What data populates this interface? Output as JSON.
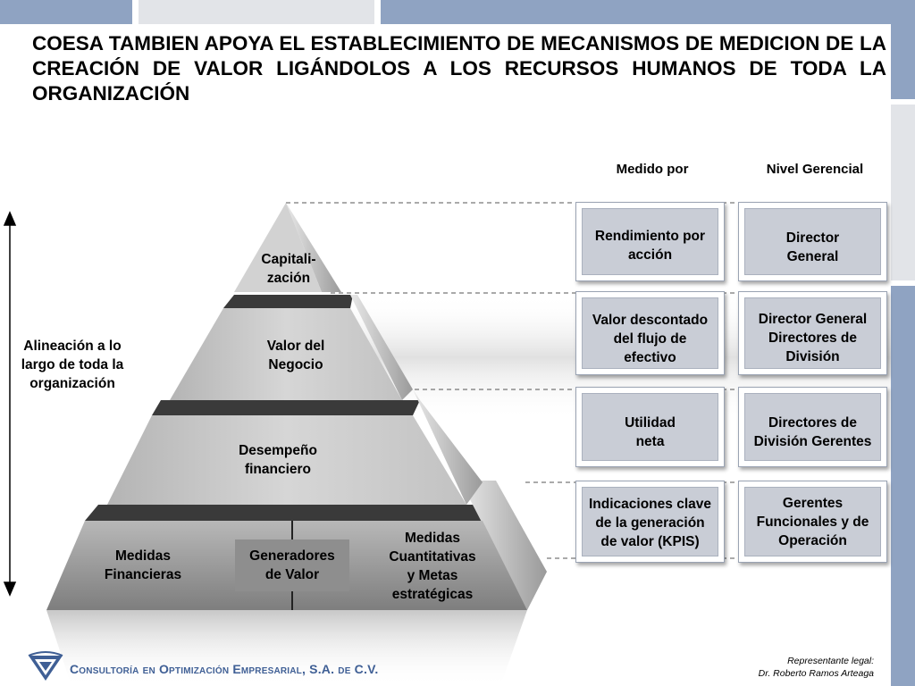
{
  "title": "COESA TAMBIEN APOYA EL ESTABLECIMIENTO DE MECANISMOS DE MEDICION DE LA CREACIÓN DE VALOR LIGÁNDOLOS  A LOS RECURSOS HUMANOS DE TODA LA ORGANIZACIÓN",
  "columns": {
    "measured_by": "Medido por",
    "management_level": "Nivel Gerencial"
  },
  "side_label": "Alineación a lo largo de toda la organización",
  "pyramid": {
    "tiers": [
      {
        "label": "Capitali-\nzación"
      },
      {
        "label": "Valor del\nNegocio"
      },
      {
        "label": "Desempeño\nfinanciero"
      }
    ],
    "base": {
      "left": "Medidas\nFinancieras",
      "center": "Generadores\nde Valor",
      "right": "Medidas\nCuantitativas\ny Metas\nestratégicas"
    }
  },
  "rows": [
    {
      "measure": "Rendimiento por\nacción",
      "level": "Director\nGeneral"
    },
    {
      "measure": "Valor descontado\ndel flujo de\nefectivo",
      "level": "Director General\nDirectores de\nDivisión"
    },
    {
      "measure": "Utilidad\nneta",
      "level": "Directores de\nDivisión Gerentes"
    },
    {
      "measure": "Indicaciones clave\nde la generación\nde valor (KPIS)",
      "level": "Gerentes\nFuncionales y de\nOperación"
    }
  ],
  "footer": {
    "company": "Consultoría en Optimización Empresarial, S.A. de C.V.",
    "legal_label": "Representante legal:",
    "legal_name": "Dr. Roberto Ramos Arteaga"
  },
  "colors": {
    "bar_blue": "#8fa3c2",
    "bar_light": "#e2e4e8",
    "box_fill": "#c9cdd6",
    "company_blue": "#3f5f95"
  }
}
